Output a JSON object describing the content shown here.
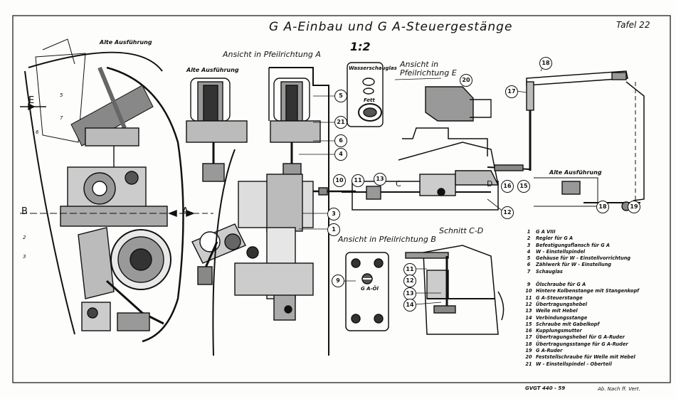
{
  "title": "G A-Einbau und G A-Steuergestänge",
  "scale": "1:2",
  "plate": "Tafel 22",
  "footer_code": "GVGT 440 - 59",
  "footer_stamp": "Ab. Nach ff. Vert.",
  "views": {
    "old_version_left": "Alte Ausführung",
    "old_version_mid": "Alte Ausführung",
    "old_version_right": "Alte Ausführung",
    "view_a": "Ansicht in Pfeilrichtung A",
    "view_b": "Ansicht in Pfeilrichtung B",
    "view_e_line1": "Ansicht in",
    "view_e_line2": "Pfeilrichtung E",
    "section_cd": "Schnitt C-D"
  },
  "markers": {
    "e_left": "E",
    "a_arrow": "A",
    "b_arrow": "B",
    "c": "C",
    "d": "D"
  },
  "small_labels": {
    "window_label_1": "Wasserschauglas",
    "window_label_2": "Fett",
    "ga_oi": "G A-Öl",
    "side_5": "5",
    "side_7": "7",
    "side_6": "6",
    "side_2": "2",
    "side_3": "3"
  },
  "callouts": {
    "c5": "5",
    "c21a": "21",
    "c6": "6",
    "c4": "4",
    "c10": "10",
    "c11a": "11",
    "c13a": "13",
    "c16a": "16",
    "c15": "15",
    "c12": "12",
    "c3": "3",
    "c1": "1",
    "c9": "9",
    "c11b": "11",
    "c12b": "12",
    "c13b": "13",
    "c14": "14",
    "c18a": "18",
    "c17": "17",
    "c18b": "18",
    "c19": "19",
    "c20": "20"
  },
  "legend": [
    {
      "n": "1",
      "t": "G A VIII"
    },
    {
      "n": "2",
      "t": "Regler für G A"
    },
    {
      "n": "3",
      "t": "Befestigungsflansch für G A"
    },
    {
      "n": "4",
      "t": "W - Einstellspindel"
    },
    {
      "n": "5",
      "t": "Gehäuse für W - Einstellvorrichtung"
    },
    {
      "n": "6",
      "t": "Zählwerk für W - Einstellung"
    },
    {
      "n": "7",
      "t": "Schauglas"
    },
    {
      "n": "",
      "t": ""
    },
    {
      "n": "9",
      "t": "Ölschraube für G A"
    },
    {
      "n": "10",
      "t": "Hintere Kolbenstange mit Stangenkopf"
    },
    {
      "n": "11",
      "t": "G A-Steuerstange"
    },
    {
      "n": "12",
      "t": "Übertragungshebel"
    },
    {
      "n": "13",
      "t": "Welle mit Hebel"
    },
    {
      "n": "14",
      "t": "Verbindungsstange"
    },
    {
      "n": "15",
      "t": "Schraube mit Gabelkopf"
    },
    {
      "n": "16",
      "t": "Kupplungsmutter"
    },
    {
      "n": "17",
      "t": "Übertragungshebel für G A-Ruder"
    },
    {
      "n": "18",
      "t": "Übertragungsstange für G A-Ruder"
    },
    {
      "n": "19",
      "t": "G A-Ruder"
    },
    {
      "n": "20",
      "t": "Feststellschraube für Welle mit Hebel"
    },
    {
      "n": "21",
      "t": "W - Einstellspindel - Oberteil"
    }
  ]
}
